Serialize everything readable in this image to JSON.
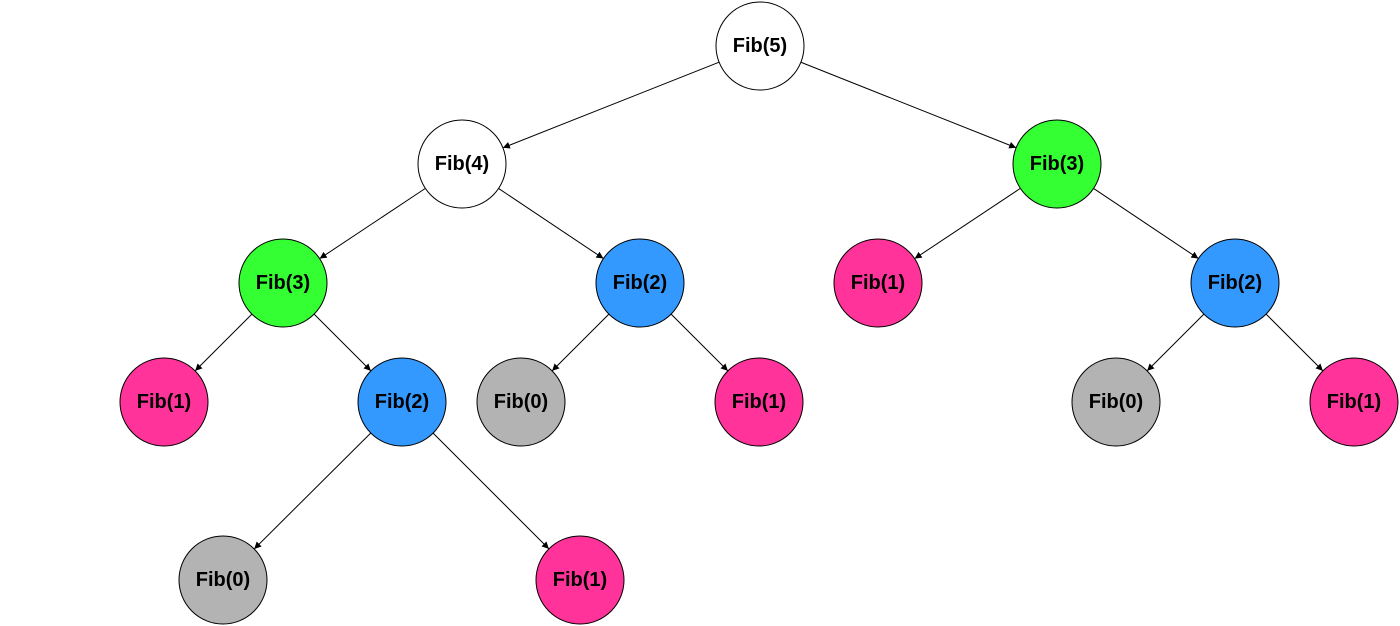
{
  "colors": {
    "root": "#ffffff",
    "repeat_fib3": "#33ff33",
    "fib2": "#3399ff",
    "fib1": "#ff3399",
    "fib0": "#b3b3b3",
    "edge": "#000000"
  },
  "tree": {
    "label": "Fib(5)",
    "color_key": "root",
    "children": [
      {
        "label": "Fib(4)",
        "color_key": "root",
        "children": [
          {
            "label": "Fib(3)",
            "color_key": "repeat_fib3",
            "children": [
              {
                "label": "Fib(1)",
                "color_key": "fib1",
                "children": []
              },
              {
                "label": "Fib(2)",
                "color_key": "fib2",
                "children": [
                  {
                    "label": "Fib(0)",
                    "color_key": "fib0",
                    "children": []
                  },
                  {
                    "label": "Fib(1)",
                    "color_key": "fib1",
                    "children": []
                  }
                ]
              }
            ]
          },
          {
            "label": "Fib(2)",
            "color_key": "fib2",
            "children": [
              {
                "label": "Fib(0)",
                "color_key": "fib0",
                "children": []
              },
              {
                "label": "Fib(1)",
                "color_key": "fib1",
                "children": []
              }
            ]
          }
        ]
      },
      {
        "label": "Fib(3)",
        "color_key": "repeat_fib3",
        "children": [
          {
            "label": "Fib(1)",
            "color_key": "fib1",
            "children": []
          },
          {
            "label": "Fib(2)",
            "color_key": "fib2",
            "children": [
              {
                "label": "Fib(0)",
                "color_key": "fib0",
                "children": []
              },
              {
                "label": "Fib(1)",
                "color_key": "fib1",
                "children": []
              }
            ]
          }
        ]
      }
    ]
  }
}
